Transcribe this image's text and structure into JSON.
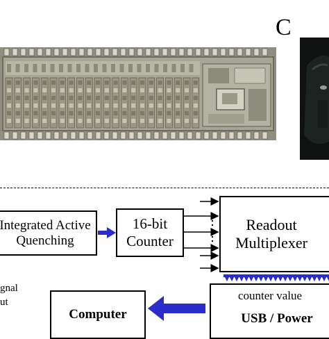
{
  "panel_label": "C",
  "blocks": {
    "quench": "Integrated Active Quenching",
    "counter": "16-bit Counter",
    "mux": "Readout Multiplexer",
    "computer": "Computer",
    "usb_top": "counter value",
    "usb_bottom": "USB / Power"
  },
  "side_text": {
    "line1": "gnal",
    "line2": "ut"
  },
  "colors": {
    "arrow_blue": "#2a2ccc",
    "chip_base": "#9b9a8a",
    "photo_bg": "#0f1210"
  }
}
